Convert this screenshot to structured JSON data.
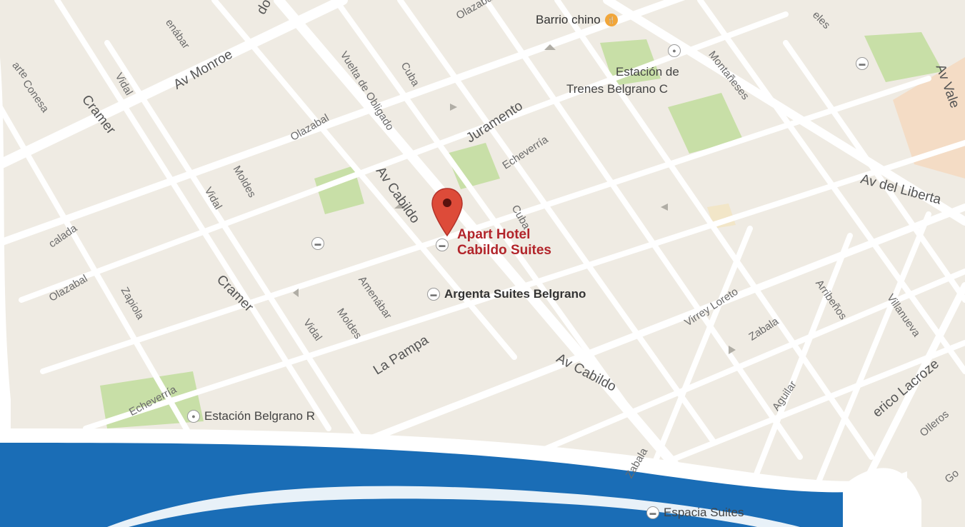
{
  "map": {
    "streets": [
      {
        "id": "av-monroe",
        "label": "Av Monroe"
      },
      {
        "id": "juramento",
        "label": "Juramento"
      },
      {
        "id": "av-cabildo-1",
        "label": "Av Cabildo"
      },
      {
        "id": "av-cabildo-2",
        "label": "Av Cabildo"
      },
      {
        "id": "la-pampa",
        "label": "La Pampa"
      },
      {
        "id": "cramer-1",
        "label": "Cramer"
      },
      {
        "id": "cramer-2",
        "label": "Cramer"
      },
      {
        "id": "vidal-1",
        "label": "Vidal"
      },
      {
        "id": "vidal-2",
        "label": "Vidal"
      },
      {
        "id": "vidal-3",
        "label": "Vidal"
      },
      {
        "id": "moldes-1",
        "label": "Moldes"
      },
      {
        "id": "moldes-2",
        "label": "Moldes"
      },
      {
        "id": "olazabal-1",
        "label": "Olazabal"
      },
      {
        "id": "olazabal-2",
        "label": "Olazabal"
      },
      {
        "id": "olazabal-3",
        "label": "Olazaba"
      },
      {
        "id": "amenabar-1",
        "label": "Amenábar"
      },
      {
        "id": "amenabar-2",
        "label": "enábar"
      },
      {
        "id": "echeverria-1",
        "label": "Echeverría"
      },
      {
        "id": "echeverria-2",
        "label": "Echeverría"
      },
      {
        "id": "cuba-1",
        "label": "Cuba"
      },
      {
        "id": "cuba-2",
        "label": "Cuba"
      },
      {
        "id": "vuelta-de-obligado",
        "label": "Vuelta de Obligado"
      },
      {
        "id": "montaneses",
        "label": "Montañeses"
      },
      {
        "id": "av-del-libertador",
        "label": "Av del Liberta"
      },
      {
        "id": "av-vale",
        "label": "Av Vale"
      },
      {
        "id": "virrey-loreto",
        "label": "Virrey Loreto"
      },
      {
        "id": "zabala-1",
        "label": "Zabala"
      },
      {
        "id": "zabala-2",
        "label": "Zabala"
      },
      {
        "id": "arribenos",
        "label": "Arribeños"
      },
      {
        "id": "villanueva",
        "label": "Villanueva"
      },
      {
        "id": "aguilar",
        "label": "Aguilar"
      },
      {
        "id": "federico-lacroze",
        "label": "erico Lacroze"
      },
      {
        "id": "olleros",
        "label": "Olleros"
      },
      {
        "id": "zapiola",
        "label": "Zapiola"
      },
      {
        "id": "conesa",
        "label": "Conesa"
      },
      {
        "id": "calada",
        "label": "calada"
      },
      {
        "id": "arte",
        "label": "arte"
      },
      {
        "id": "do",
        "label": "do"
      },
      {
        "id": "eles",
        "label": "eles"
      },
      {
        "id": "go",
        "label": "Go"
      }
    ],
    "pois": [
      {
        "id": "barrio-chino",
        "label": "Barrio chino",
        "icon": "restaurant-icon"
      },
      {
        "id": "estacion-trenes-belgrano-c",
        "label_lines": [
          "Estación de",
          "Trenes Belgrano C"
        ],
        "icon": "train-station-icon"
      },
      {
        "id": "argenta-suites",
        "label": "Argenta Suites Belgrano",
        "icon": "hotel-icon"
      },
      {
        "id": "estacion-belgrano-r",
        "label": "Estación Belgrano R",
        "icon": "train-station-icon"
      },
      {
        "id": "espacia-suites",
        "label": "Espacia Suites",
        "icon": "hotel-icon"
      }
    ],
    "marker": {
      "title_line1": "Apart Hotel",
      "title_line2": "Cabildo Suites",
      "icon": "map-pin-icon",
      "color": "#dd4b39"
    },
    "colors": {
      "land": "#efebe3",
      "road": "#ffffff",
      "park": "#c8dfa7",
      "wave_dark": "#1a6db6",
      "wave_light": "#ffffff"
    }
  }
}
